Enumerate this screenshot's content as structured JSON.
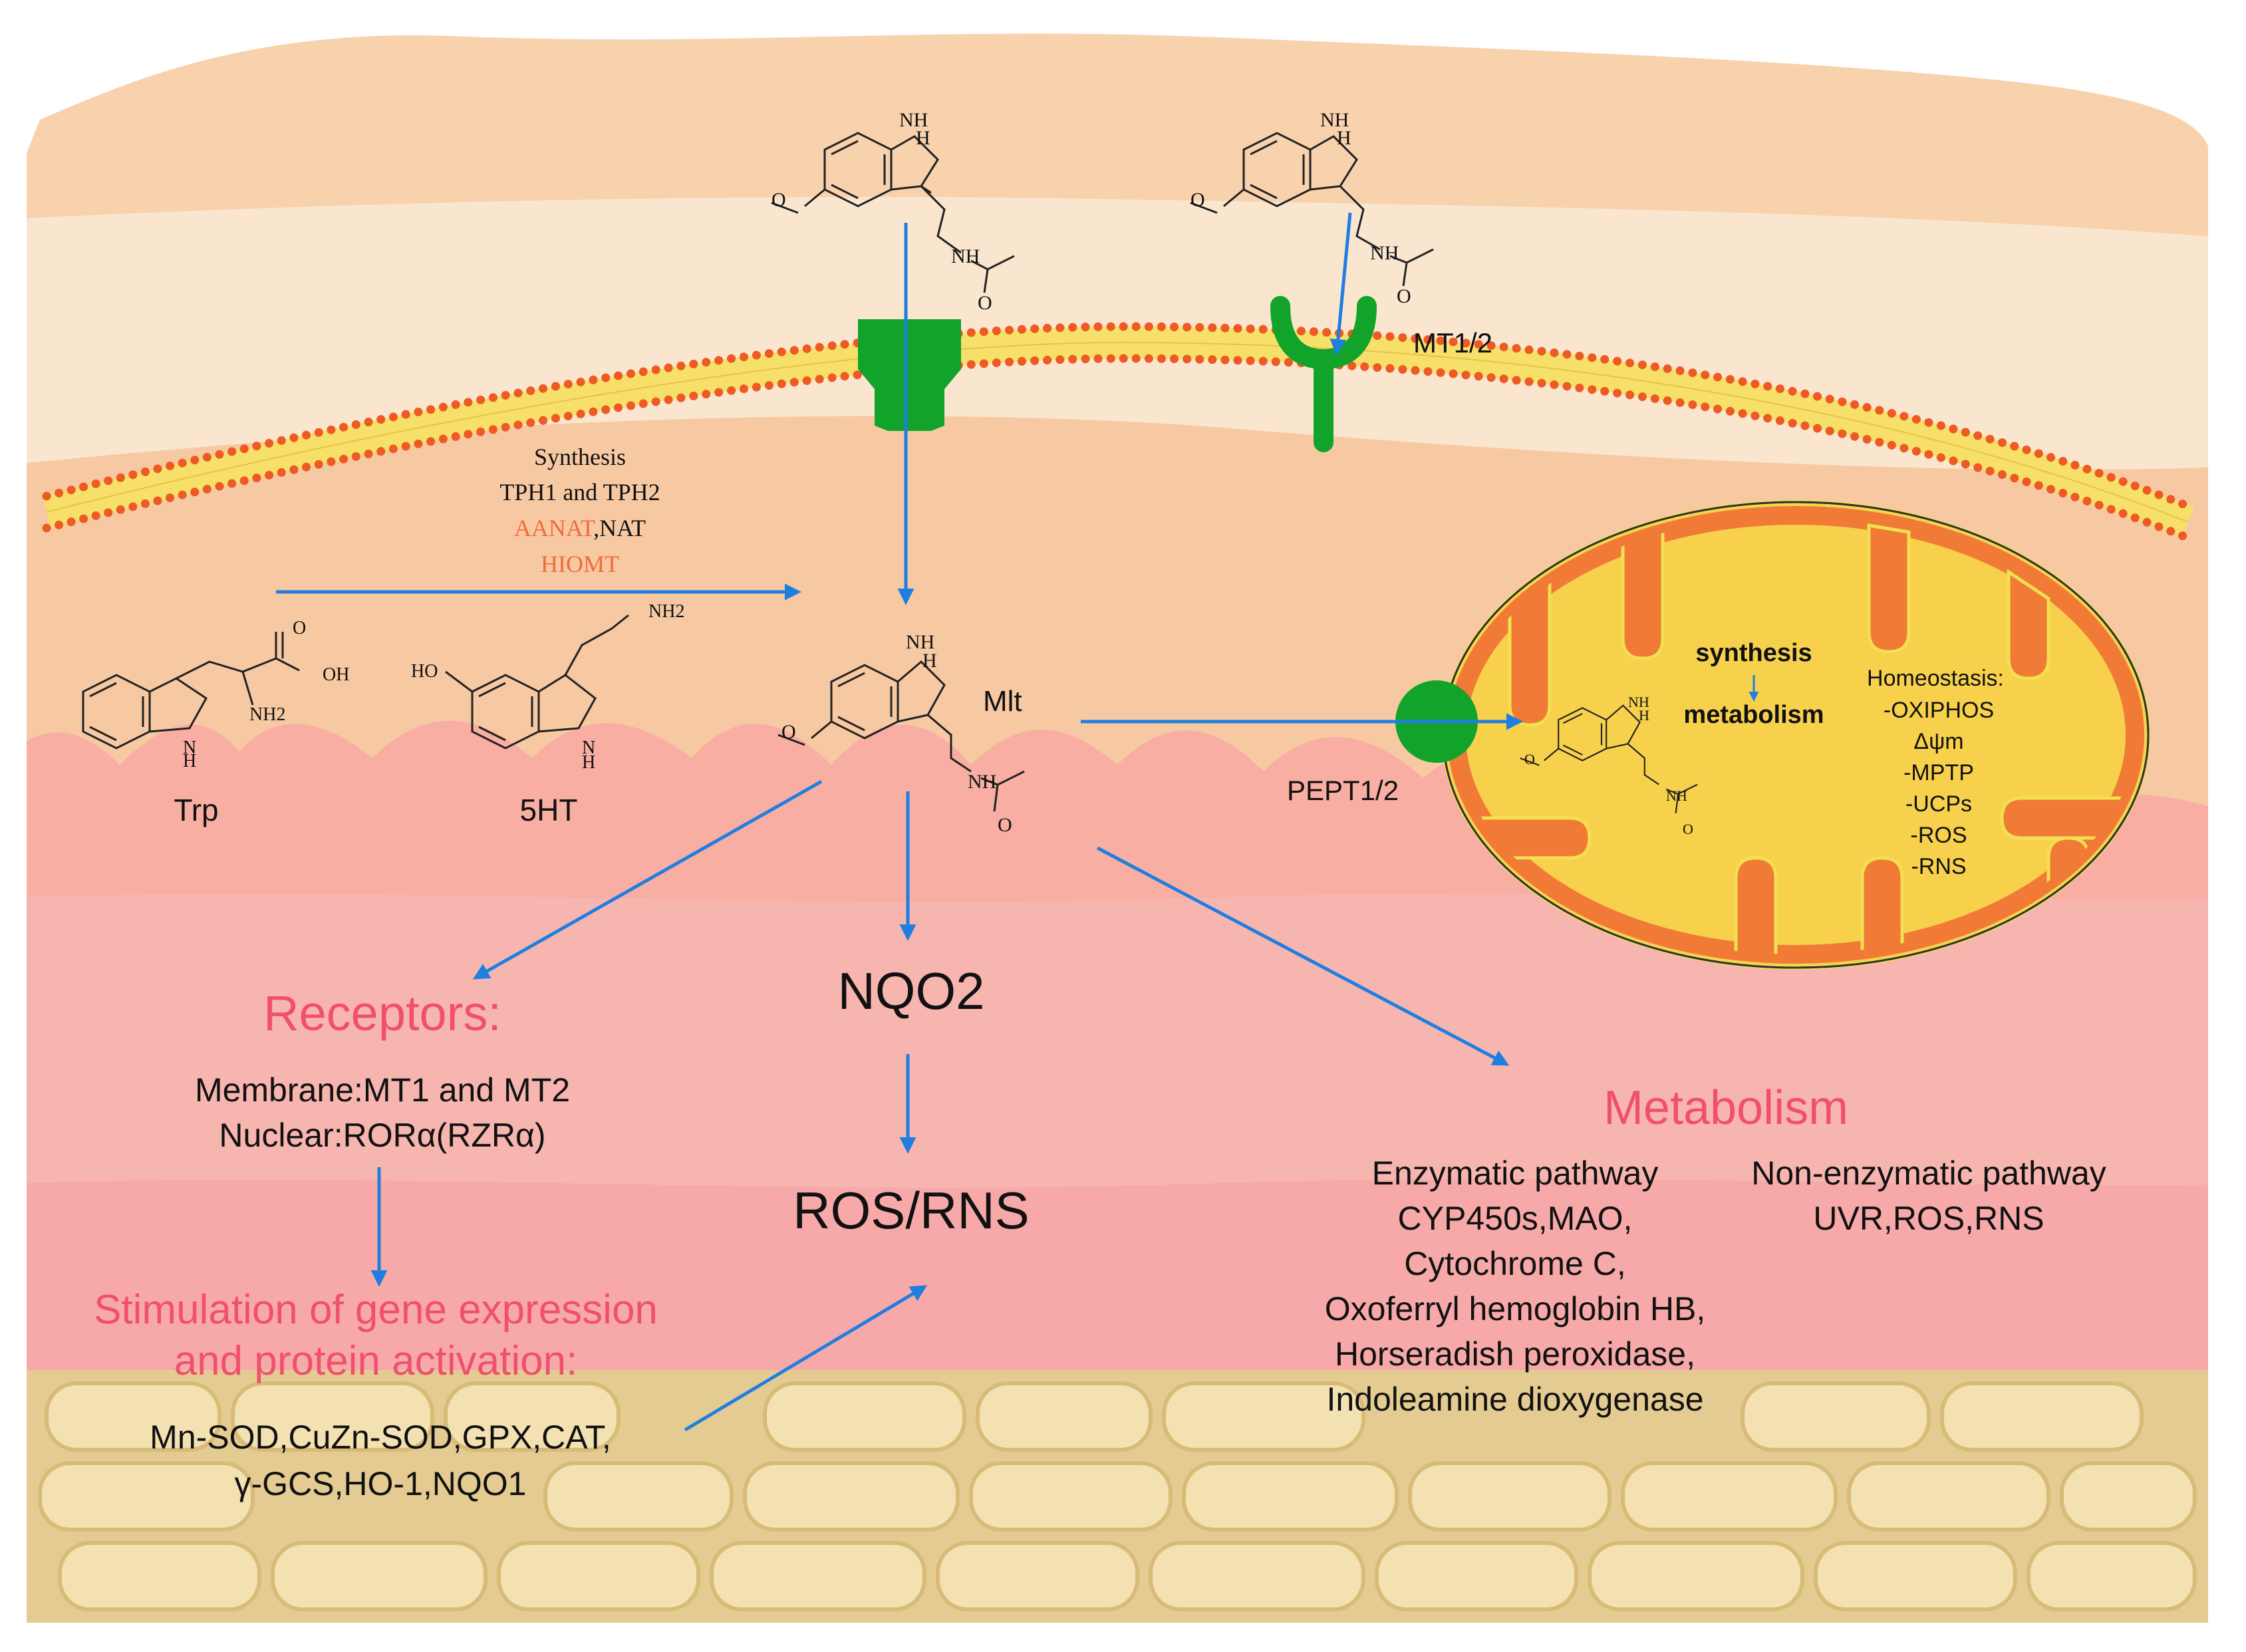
{
  "colors": {
    "arrow": "#1f7fe0",
    "transporter": "#12a32a",
    "heading": "#f0506e",
    "enzyme_highlight": "#f26a3c",
    "mito_matrix": "#f7d14c",
    "mito_membrane": "#f07a36"
  },
  "synthesis": {
    "title": "Synthesis",
    "enzymes_1": "TPH1 and TPH2",
    "enzyme_aanat": "AANAT",
    "enzyme_nat": ",NAT",
    "enzyme_hiomt": "HIOMT"
  },
  "membrane": {
    "receptor_label": "MT1/2",
    "transporter_label": "PEPT1/2"
  },
  "molecules": {
    "trp": "Trp",
    "serotonin": "5HT",
    "melatonin": "Mlt",
    "atoms": {
      "nh": "NH",
      "h": "H",
      "o": "O",
      "oh": "OH",
      "nh2": "NH2",
      "ho": "HO",
      "n": "N"
    }
  },
  "mitochondrion": {
    "synthesis": "synthesis",
    "metabolism": "metabolism",
    "homeostasis_title": "Homeostasis:",
    "items": [
      "-OXIPHOS",
      "Δψm",
      "-MPTP",
      "-UCPs",
      "-ROS",
      "-RNS"
    ]
  },
  "receptors": {
    "heading": "Receptors:",
    "membrane_line": "Membrane:MT1 and MT2",
    "nuclear_line": "Nuclear:RORα(RZRα)"
  },
  "center": {
    "nqo2": "NQO2",
    "ros_rns": "ROS/RNS"
  },
  "stimulation": {
    "heading_line1": "Stimulation of gene expression",
    "heading_line2": "and protein activation:",
    "line1": "Mn-SOD,CuZn-SOD,GPX,CAT,",
    "line2": "γ-GCS,HO-1,NQO1"
  },
  "metabolism": {
    "heading": "Metabolism",
    "enzymatic": [
      "Enzymatic pathway",
      "CYP450s,MAO,",
      "Cytochrome C,",
      "Oxoferryl hemoglobin HB,",
      "Horseradish peroxidase,",
      "Indoleamine dioxygenase"
    ],
    "non_enzymatic": [
      "Non-enzymatic pathway",
      "UVR,ROS,RNS"
    ]
  }
}
